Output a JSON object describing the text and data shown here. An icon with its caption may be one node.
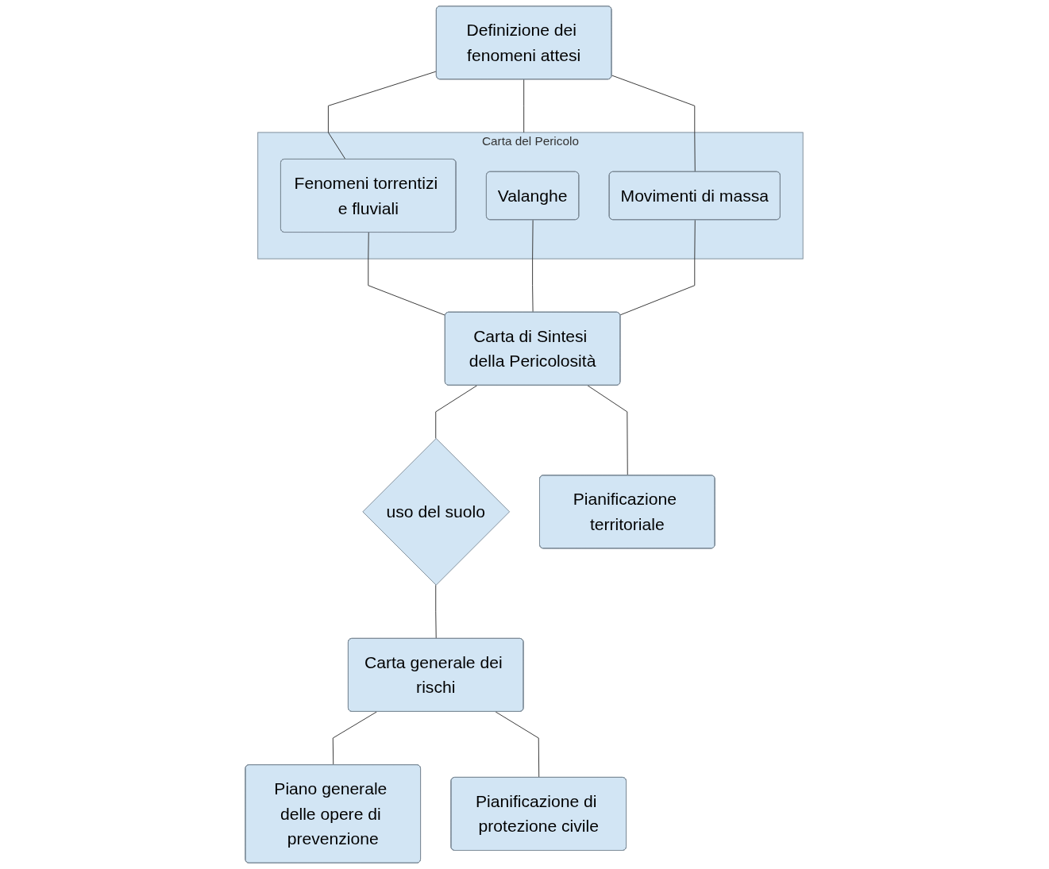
{
  "diagram": {
    "nodes": [
      {
        "text": [
          "Definizione dei fenomeni attesi"
        ]
      },
      {
        "text": [
          "Carta del Pericolo"
        ]
      },
      {
        "text": [
          "Fenomeni torrentizi e fluviali"
        ],
        "in": 1
      },
      {
        "text": [
          "Valanghe"
        ],
        "in": 1
      },
      {
        "text": [
          "Movimenti di massa"
        ],
        "in": 1
      },
      {
        "text": [
          "Carta di Sintesi della Pericolosità"
        ]
      },
      {
        "text": [
          "uso del suolo"
        ]
      },
      {
        "text": [
          "Carta generale dei rischi"
        ]
      },
      {
        "text": [
          "Pianificazione territoriale"
        ]
      },
      {
        "text": [
          "Piano generale delle opere di prevenzione"
        ]
      },
      {
        "text": [
          "Pianificazione di protezione civile"
        ]
      }
    ],
    "edges": [
      {
        "from": 0,
        "to": 2,
        "arrow": "none"
      },
      {
        "from": 0,
        "to": 1,
        "arrow": "none"
      },
      {
        "from": 0,
        "to": 4,
        "arrow": "none"
      },
      {
        "from": 2,
        "to": 5,
        "arrow": "none"
      },
      {
        "from": 3,
        "to": 5,
        "arrow": "none"
      },
      {
        "from": 4,
        "to": 5,
        "arrow": "none"
      },
      {
        "from": 5,
        "to": 6,
        "arrow": "none"
      },
      {
        "from": 6,
        "to": 7,
        "arrow": "none"
      },
      {
        "from": 5,
        "to": 8,
        "arrow": "none"
      },
      {
        "from": 7,
        "to": 9,
        "arrow": "none"
      },
      {
        "from": 7,
        "to": 10,
        "arrow": "none"
      }
    ]
  }
}
